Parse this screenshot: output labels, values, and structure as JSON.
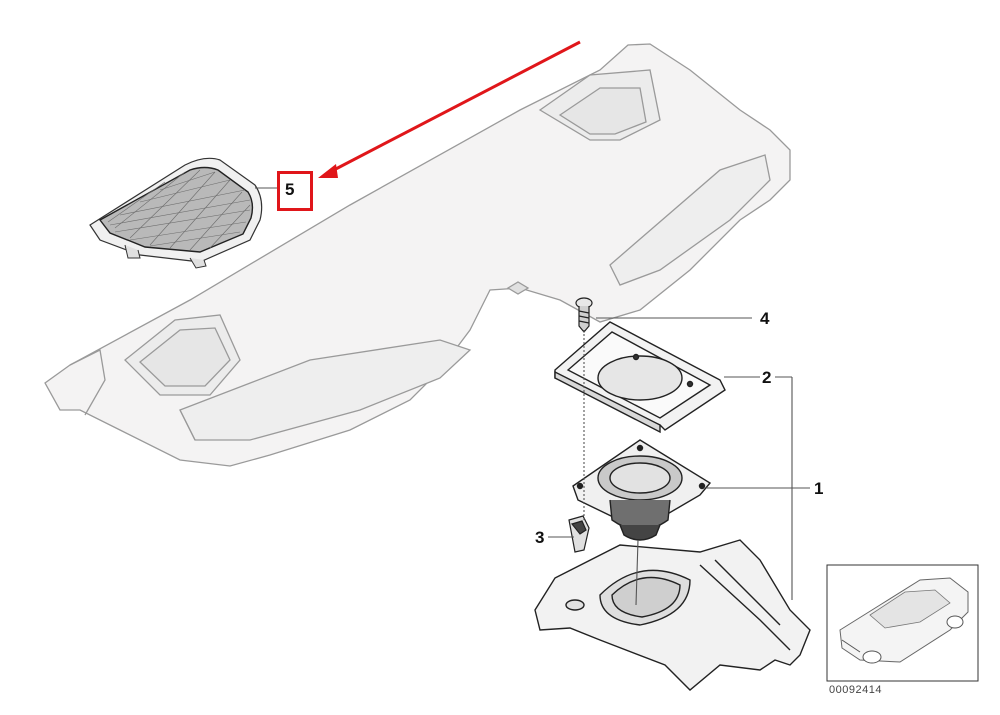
{
  "diagram": {
    "callouts": [
      {
        "id": "1",
        "label": "1"
      },
      {
        "id": "2",
        "label": "2"
      },
      {
        "id": "3",
        "label": "3"
      },
      {
        "id": "4",
        "label": "4"
      },
      {
        "id": "5",
        "label": "5"
      }
    ],
    "document_number": "00092414",
    "highlight_color": "#e0161a",
    "line_color": "#555555",
    "shelf_fill": "#f4f3f3"
  }
}
